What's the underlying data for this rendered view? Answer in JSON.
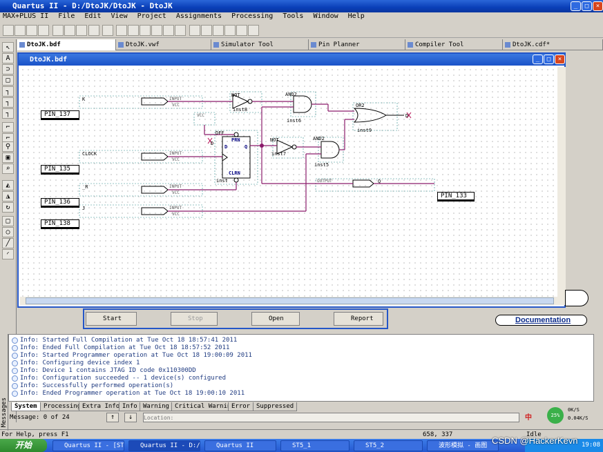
{
  "window": {
    "title": "Quartus II - D:/DtoJK/DtoJK - DtoJK",
    "controls": [
      "_",
      "□",
      "×"
    ]
  },
  "menu": [
    "MAX+PLUS II",
    "File",
    "Edit",
    "View",
    "Project",
    "Assignments",
    "Processing",
    "Tools",
    "Window",
    "Help"
  ],
  "tabs": [
    {
      "label": "DtoJK.bdf",
      "active": true
    },
    {
      "label": "DtoJK.vwf",
      "active": false
    },
    {
      "label": "Simulator Tool",
      "active": false
    },
    {
      "label": "Pin Planner",
      "active": false
    },
    {
      "label": "Compiler Tool",
      "active": false
    },
    {
      "label": "DtoJK.cdf*",
      "active": false
    }
  ],
  "doc": {
    "title": "DtoJK.bdf"
  },
  "schematic": {
    "pins": [
      "PIN_137",
      "PIN_135",
      "PIN_136",
      "PIN_138",
      "PIN_133"
    ],
    "signals": {
      "k": "K",
      "clock": "CLOCK",
      "r": "_R",
      "j": "J",
      "q": "Q",
      "d": "D",
      "d_out": "D"
    },
    "input_label": "INPUT",
    "input_vcc": "VCC",
    "output_label": "OUTPUT",
    "vcc": "VCC",
    "dff": {
      "type": "DFF",
      "prn": "PRN",
      "clrn": "CLRN",
      "d": "D",
      "q": "Q",
      "inst": "inst"
    },
    "gates": {
      "not1": {
        "type": "NOT",
        "inst": "inst8"
      },
      "not2": {
        "type": "NOT",
        "inst": "inst7"
      },
      "and1": {
        "type": "AND2",
        "inst": "inst6"
      },
      "and2": {
        "type": "AND2",
        "inst": "inst5"
      },
      "or1": {
        "type": "OR2",
        "inst": "inst9"
      }
    }
  },
  "compiler_buttons": [
    {
      "label": "Start",
      "enabled": true
    },
    {
      "label": "Stop",
      "enabled": false
    },
    {
      "label": "Open",
      "enabled": true
    },
    {
      "label": "Report",
      "enabled": true
    }
  ],
  "documentation_link": "Documentation",
  "messages": [
    "Info: Started Full Compilation at Tue Oct 18 18:57:41 2011",
    "Info: Ended Full Compilation at Tue Oct 18 18:57:52 2011",
    "Info: Started Programmer operation at Tue Oct 18 19:00:09 2011",
    "Info: Configuring device index 1",
    "Info: Device 1 contains JTAG ID code 0x110300DD",
    "Info: Configuration succeeded -- 1 device(s) configured",
    "Info: Successfully performed operation(s)",
    "Info: Ended Programmer operation at Tue Oct 18 19:00:10 2011"
  ],
  "message_side_label": "Messages",
  "message_tabs": [
    "System",
    "Processing",
    "Extra Info",
    "Info",
    "Warning",
    "Critical Warning",
    "Error",
    "Suppressed"
  ],
  "message_count": "Message: 0 of 24",
  "location_placeholder": "Location:",
  "status": {
    "help": "For Help, press F1",
    "coords": "658, 337",
    "state": "Idle"
  },
  "taskbar": {
    "start": "开始",
    "items": [
      "Quartus II - [ST...",
      "Quartus II - D:/...",
      "Quartus II",
      "ST5_1",
      "ST5_2",
      "波形模拟 - 画图"
    ],
    "tray": {
      "percent": "25%",
      "up": "0K/S",
      "down": "0.04K/S",
      "ime": "中",
      "time": "19:08"
    }
  },
  "watermark": "CSDN @HackerKevn"
}
